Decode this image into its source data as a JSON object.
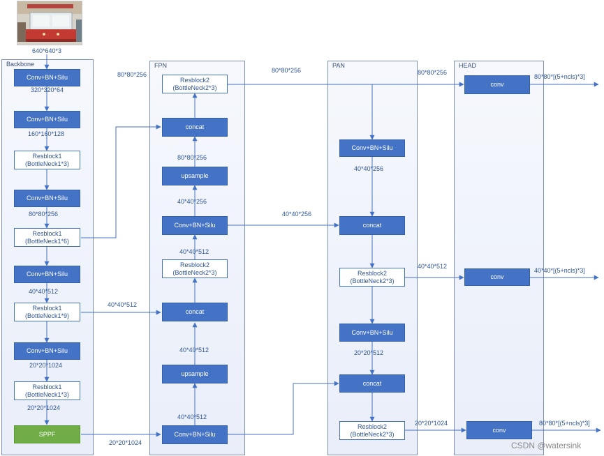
{
  "sections": {
    "backbone": "Backbone",
    "fpn": "FPN",
    "pan": "PAN",
    "head": "HEAD"
  },
  "input_size": "640*640*3",
  "backbone": {
    "conv1": "Conv+BN+Silu",
    "out1": "320*320*64",
    "conv2": "Conv+BN+Silu",
    "out2": "160*160*128",
    "res1": "Resblock1\n(BottleNeck1*3)",
    "conv3": "Conv+BN+Silu",
    "out3": "80*80*256",
    "res2": "Resblock1\n(BottleNeck1*6)",
    "conv4": "Conv+BN+Silu",
    "out4": "40*40*512",
    "res3": "Resblock1\n(BottleNeck1*9)",
    "conv5": "Conv+BN+Silu",
    "out5": "20*20*1024",
    "res4": "Resblock1\n(BottleNeck1*3)",
    "out6": "20*20*1024",
    "sppf": "SPPF"
  },
  "fpn": {
    "res_top": "Resblock2\n(BottleNeck2*3)",
    "concat1": "concat",
    "lbl_80_a": "80*80*256",
    "upsample1": "upsample",
    "lbl_40_a": "40*40*256",
    "conv1": "Conv+BN+Silu",
    "lbl_40_b": "40*40*512",
    "res_mid": "Resblock2\n(BottleNeck2*3)",
    "concat2": "concat",
    "lbl_40_c": "40*40*512",
    "upsample2": "upsample",
    "lbl_40_d": "40*40*512",
    "conv2": "Conv+BN+Silu"
  },
  "pan": {
    "conv1": "Conv+BN+Silu",
    "lbl_40_a": "40*40*256",
    "concat1": "concat",
    "res1": "Resblock2\n(BottleNeck2*3)",
    "conv2": "Conv+BN+Silu",
    "lbl_20_a": "20*20*512",
    "concat2": "concat",
    "res2": "Resblock2\n(BottleNeck2*3)"
  },
  "head": {
    "conv1": "conv",
    "conv2": "conv",
    "conv3": "conv"
  },
  "edge_labels": {
    "fpn_top_left": "80*80*256",
    "fpn_to_pan_top": "80*80*256",
    "pan_to_head_top": "80*80*256",
    "head_out_top": "80*80*[(5+ncls)*3]",
    "fpn_to_pan_mid": "40*40*256",
    "pan_to_head_mid": "40*40*512",
    "head_out_mid": "40*40*[(5+ncls)*3]",
    "backbone_to_fpn_mid": "40*40*512",
    "sppf_to_fpn": "20*20*1024",
    "pan_to_head_bot": "20*20*1024",
    "head_out_bot": "80*80*[(5+ncls)*3]"
  },
  "watermark": "CSDN @watersink",
  "colors": {
    "box_fill": "#4472c4",
    "box_outline": "#4472c4",
    "sppf_fill": "#70ad47",
    "arrow": "#4472c4",
    "section_border": "#7e8fb5"
  }
}
